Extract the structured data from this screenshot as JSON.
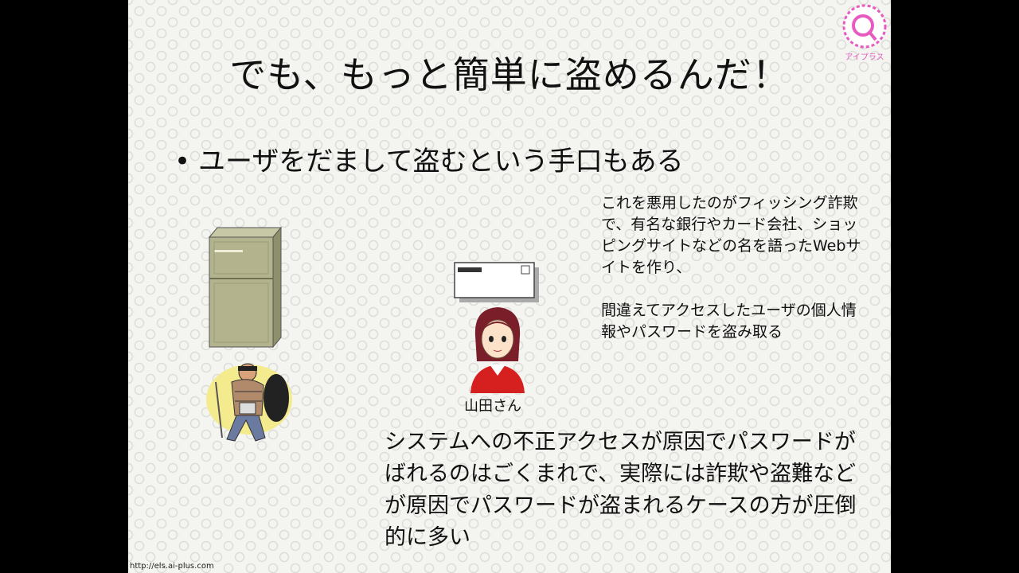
{
  "slide": {
    "title": "でも、もっと簡単に盗めるんだ！",
    "bullet": "ユーザをだまして盗むという手口もある",
    "bullet_marker": "•",
    "side_text_1": "これを悪用したのがフィッシング詐欺で、有名な銀行やカード会社、ショッピングサイトなどの名を語ったWebサイトを作り、",
    "side_text_2": "間違えてアクセスしたユーザの個人情報やパスワードを盗み取る",
    "person_label": "山田さん",
    "main_text": "システムへの不正アクセスが原因でパスワードがばれるのはごくまれで、実際には詐欺や盗難などが原因でパスワードが盗まれるケースの方が圧倒的に多い"
  },
  "logo": {
    "label": "アイプラス",
    "color": "#e85ac0"
  },
  "footer": {
    "url": "http://els.ai-plus.com"
  },
  "icons": [
    "server-icon",
    "thief-icon",
    "envelope-icon",
    "woman-avatar-icon",
    "logo-icon"
  ]
}
